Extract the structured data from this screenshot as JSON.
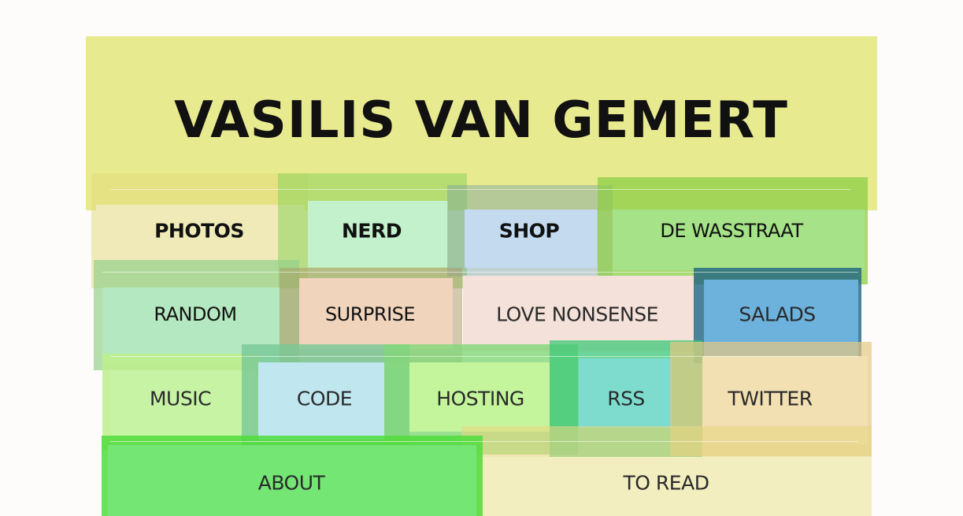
{
  "site": {
    "title": "VASILIS VAN GEMERT"
  },
  "nav": {
    "photos": "PHOTOS",
    "nerd": "NERD",
    "shop": "SHOP",
    "de_wasstraat": "DE WASSTRAAT",
    "random": "RANDOM",
    "surprise": "SURPRISE",
    "love_nonsense": "LOVE NONSENSE",
    "salads": "SALADS",
    "music": "MUSIC",
    "code": "CODE",
    "hosting": "HOSTING",
    "rss": "RSS",
    "twitter": "TWITTER",
    "about": "ABOUT",
    "to_read": "TO READ"
  },
  "colors": {
    "header": "#e8ea90",
    "photos": "#efeab8",
    "nerd": "#c2f1cb",
    "shop": "#c4dbef",
    "de_wasstraat": "#a6e288",
    "random": "#b4e8c0",
    "surprise": "#f0d4bc",
    "love_nonsense": "#f4e2da",
    "salads": "#6cb2dc",
    "music": "#c6f3a4",
    "code": "#c0e6ef",
    "hosting": "#c4f59c",
    "rss": "#7edccf",
    "twitter": "#f2dfb2",
    "about": "#74e674",
    "to_read": "#f2eec0"
  }
}
